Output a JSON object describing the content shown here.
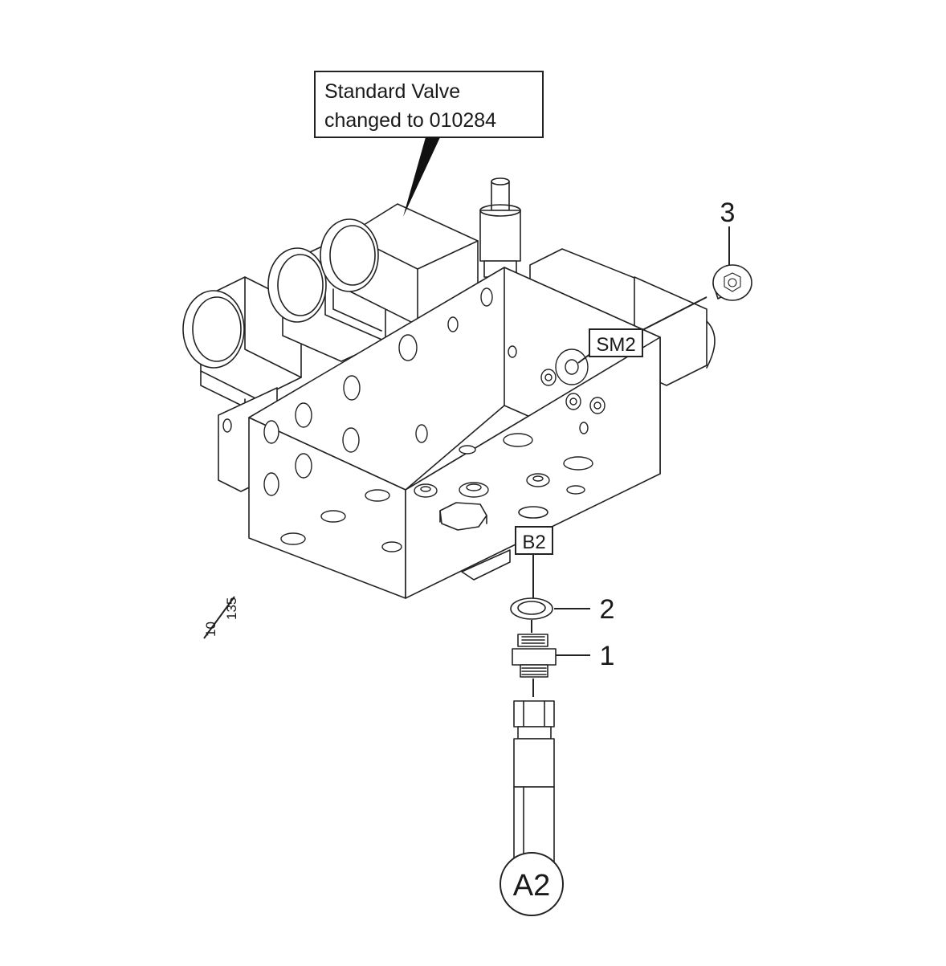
{
  "callout": {
    "line1": "Standard Valve",
    "line2": "changed to 010284"
  },
  "labels": {
    "port_sm2": "SM2",
    "port_b2": "B2",
    "connector_a2": "A2"
  },
  "item_numbers": {
    "item1": "1",
    "item2": "2",
    "item3": "3"
  },
  "drawing_ref": {
    "numerator": "10",
    "denominator": "135"
  }
}
